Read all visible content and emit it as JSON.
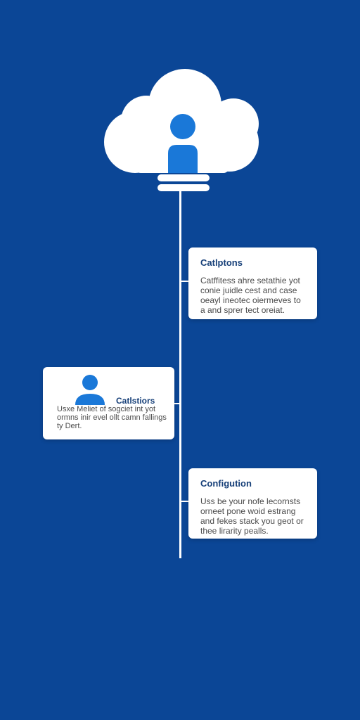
{
  "colors": {
    "background": "#0b4696",
    "cloud": "#ffffff",
    "person_icon": "#1a78d8",
    "card": "#ffffff",
    "card_title": "#163f78",
    "card_text": "#4b4b4b",
    "line": "#ffffff"
  },
  "header": {
    "cloud_icon": "cloud-icon",
    "person_icon": "person-icon",
    "stack_icon": "stack-bars-icon"
  },
  "cards": [
    {
      "title": "Catlptons",
      "body": "Catffitess ahre setathie yot conie juidle cest and case oeayl ineotec oiermeves to a and sprer tect oreiat."
    },
    {
      "title": "Catlstiors",
      "icon": "person-icon",
      "body": "Usxe Meliet of sogciet int yot ormns inir evel ollt camn fallings ty Dert."
    },
    {
      "title": "Configution",
      "body": "Uss be your nofe lecornsts orneet pone woid estrang and fekes stack you geot or thee lirarity pealls."
    }
  ]
}
